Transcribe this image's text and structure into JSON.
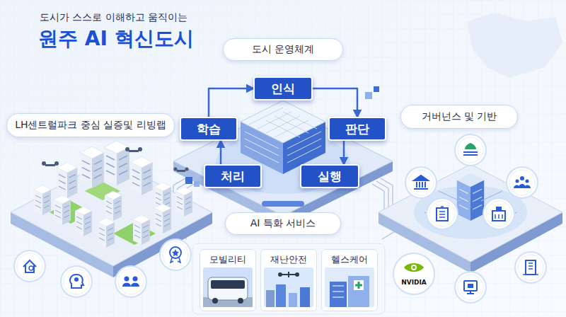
{
  "diagram": {
    "title": "원주 AI 혁신도시",
    "nodes": [
      {
        "text": [
          "도시 운영체계"
        ]
      },
      {
        "text": [
          "인식"
        ]
      },
      {
        "text": [
          "학습"
        ]
      },
      {
        "text": [
          "판단"
        ]
      },
      {
        "text": [
          "처리"
        ]
      },
      {
        "text": [
          "실행"
        ]
      },
      {
        "text": [
          "LH센트럴파크 중심 실증및 리빙랩"
        ]
      },
      {
        "text": [
          "거버넌스 및 기반"
        ]
      },
      {
        "text": [
          "AI 특화 서비스"
        ]
      },
      {
        "text": [
          "모빌리티"
        ]
      },
      {
        "text": [
          "재난안전"
        ]
      },
      {
        "text": [
          "헬스케어"
        ]
      },
      {
        "text": [
          "NVIDIA"
        ]
      }
    ],
    "edges": [
      {
        "from": 1,
        "to": 3,
        "arrow": "to"
      },
      {
        "from": 3,
        "to": 5,
        "arrow": "to"
      },
      {
        "from": 4,
        "to": 2,
        "arrow": "to"
      },
      {
        "from": 2,
        "to": 1,
        "arrow": "to"
      }
    ],
    "labels": [
      "도시가 스스로 이해하고 움직이는"
    ]
  }
}
